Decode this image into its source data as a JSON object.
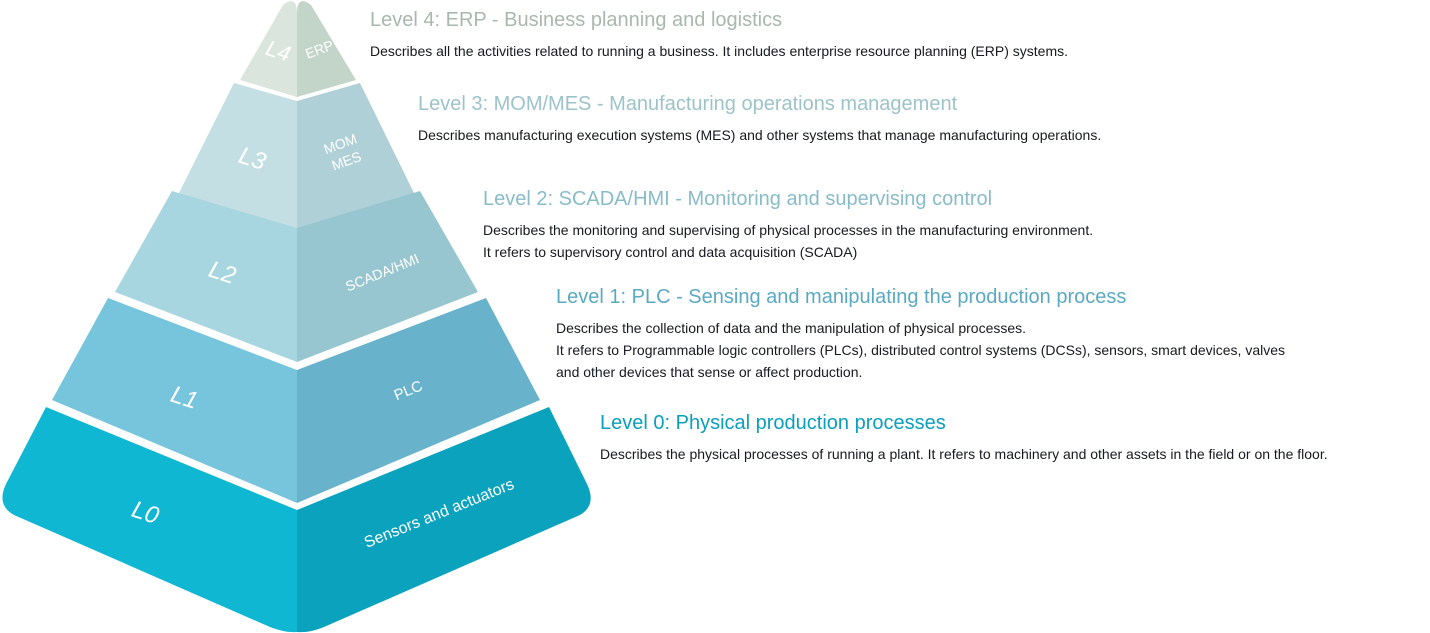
{
  "pyramid": {
    "layers": [
      {
        "code": "L4",
        "short": [
          "ERP"
        ],
        "left_color": "#d9e5dd",
        "right_color": "#c3d4c9",
        "label_color": "#ffffff"
      },
      {
        "code": "L3",
        "short": [
          "MOM",
          "MES"
        ],
        "left_color": "#c3dfe3",
        "right_color": "#afd0d6",
        "label_color": "#ffffff"
      },
      {
        "code": "L2",
        "short": [
          "SCADA/HMI"
        ],
        "left_color": "#a8d6e0",
        "right_color": "#97c6d0",
        "label_color": "#ffffff"
      },
      {
        "code": "L1",
        "short": [
          "PLC"
        ],
        "left_color": "#76c5dd",
        "right_color": "#69b2cb",
        "label_color": "#ffffff"
      },
      {
        "code": "L0",
        "short": [
          "Sensors and actuators"
        ],
        "left_color": "#10b7d2",
        "right_color": "#0aa2bd",
        "label_color": "#ffffff"
      }
    ]
  },
  "levels": [
    {
      "id": "l4",
      "title": "Level 4: ERP - Business planning and logistics",
      "title_color": "#a9b8ad",
      "lines": [
        "Describes all the activities related to running a business. It includes enterprise resource planning (ERP) systems."
      ]
    },
    {
      "id": "l3",
      "title": "Level 3: MOM/MES - Manufacturing operations management",
      "title_color": "#9cc3c9",
      "lines": [
        "Describes manufacturing execution systems (MES) and other systems that manage manufacturing operations."
      ]
    },
    {
      "id": "l2",
      "title": "Level 2: SCADA/HMI - Monitoring and supervising control",
      "title_color": "#88bcc7",
      "lines": [
        "Describes the monitoring and supervising of physical processes in the manufacturing environment.",
        "It refers to supervisory control and data acquisition (SCADA)"
      ]
    },
    {
      "id": "l1",
      "title": "Level 1: PLC - Sensing and manipulating the production process",
      "title_color": "#5aa9c3",
      "lines": [
        "Describes the collection of data and the manipulation of physical processes.",
        "It refers to Programmable logic controllers (PLCs), distributed control systems (DCSs), sensors, smart devices, valves",
        "and other devices that sense or affect production."
      ]
    },
    {
      "id": "l0",
      "title": "Level 0: Physical production processes",
      "title_color": "#0a9fbc",
      "lines": [
        "Describes the physical processes of running a plant. It refers to machinery and other assets in the field or on the floor."
      ]
    }
  ]
}
